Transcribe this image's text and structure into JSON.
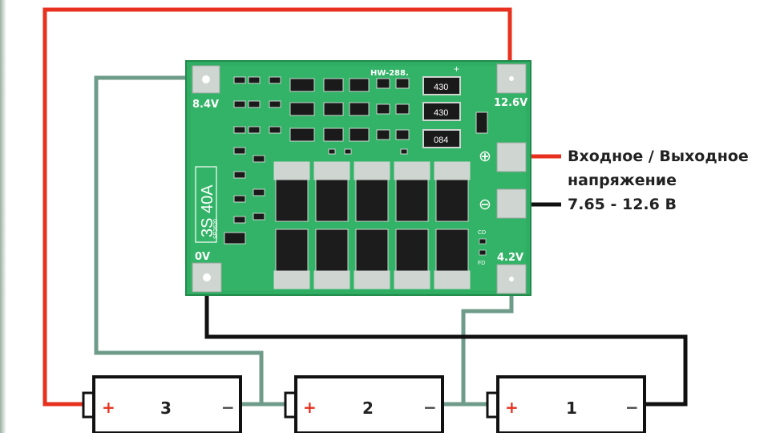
{
  "board": {
    "model": "HW-288.",
    "spec": "3S 40A",
    "part_code": "SP2620",
    "pad_labels": {
      "v84": "8.4V",
      "v126": "12.6V",
      "v0": "0V",
      "v42": "4.2V",
      "plus": "⊕",
      "minus": "⊖",
      "tiny_plus": "+"
    },
    "resistors": [
      "430",
      "430",
      "084"
    ],
    "led_marks": [
      "CD",
      "FD"
    ]
  },
  "annotation": {
    "line1": "Входное / Выходное",
    "line2": "напряжение",
    "line3": "7.65 - 12.6 В"
  },
  "batteries": [
    {
      "number": "3",
      "plus": "+",
      "minus": "−"
    },
    {
      "number": "2",
      "plus": "+",
      "minus": "−"
    },
    {
      "number": "1",
      "plus": "+",
      "minus": "−"
    }
  ],
  "colors": {
    "red_wire": "#e8301e",
    "teal_wire": "#6f9c8a",
    "black_wire": "#111111",
    "pcb": "#2fae63",
    "pad": "#cfd6d1"
  }
}
